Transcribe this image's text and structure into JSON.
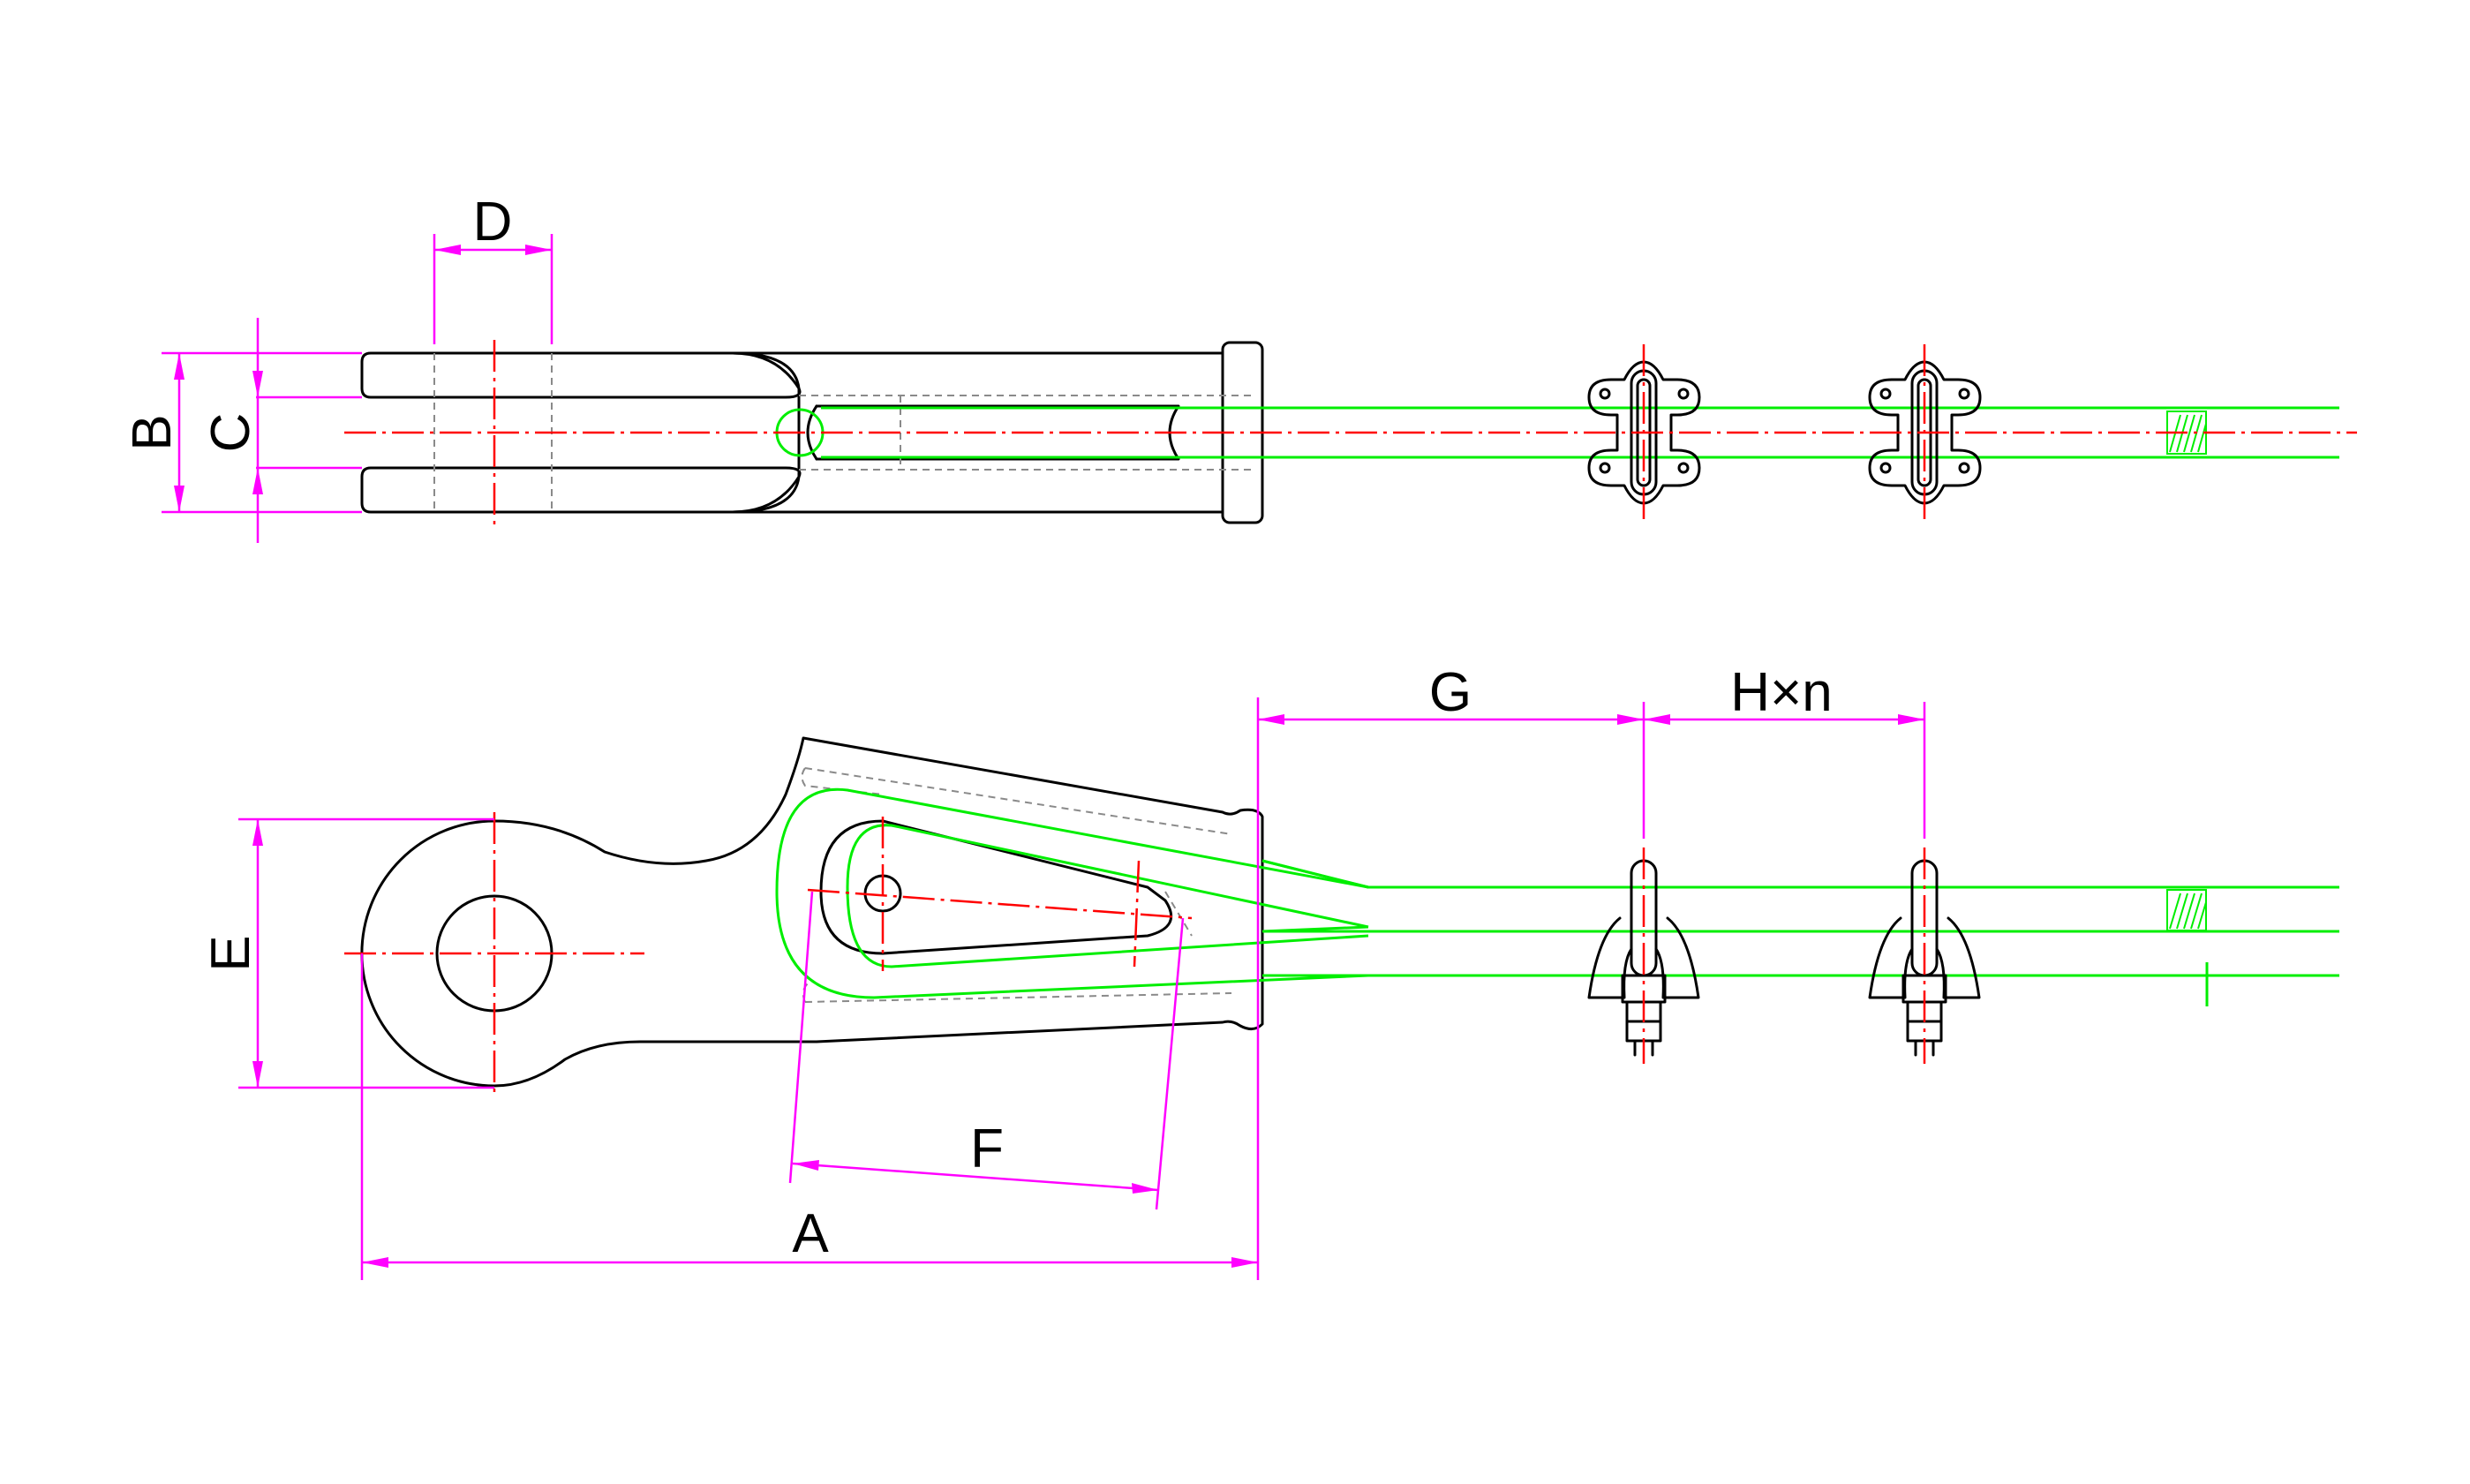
{
  "colors": {
    "outline": "#000000",
    "centerline": "#ff0000",
    "wire": "#00ee00",
    "dimension": "#ff00ff",
    "hidden": "#8a8a8a",
    "background": "#ffffff"
  },
  "labels": {
    "A": "A",
    "B": "B",
    "C": "C",
    "D": "D",
    "E": "E",
    "F": "F",
    "G": "G",
    "H": "H×n"
  }
}
